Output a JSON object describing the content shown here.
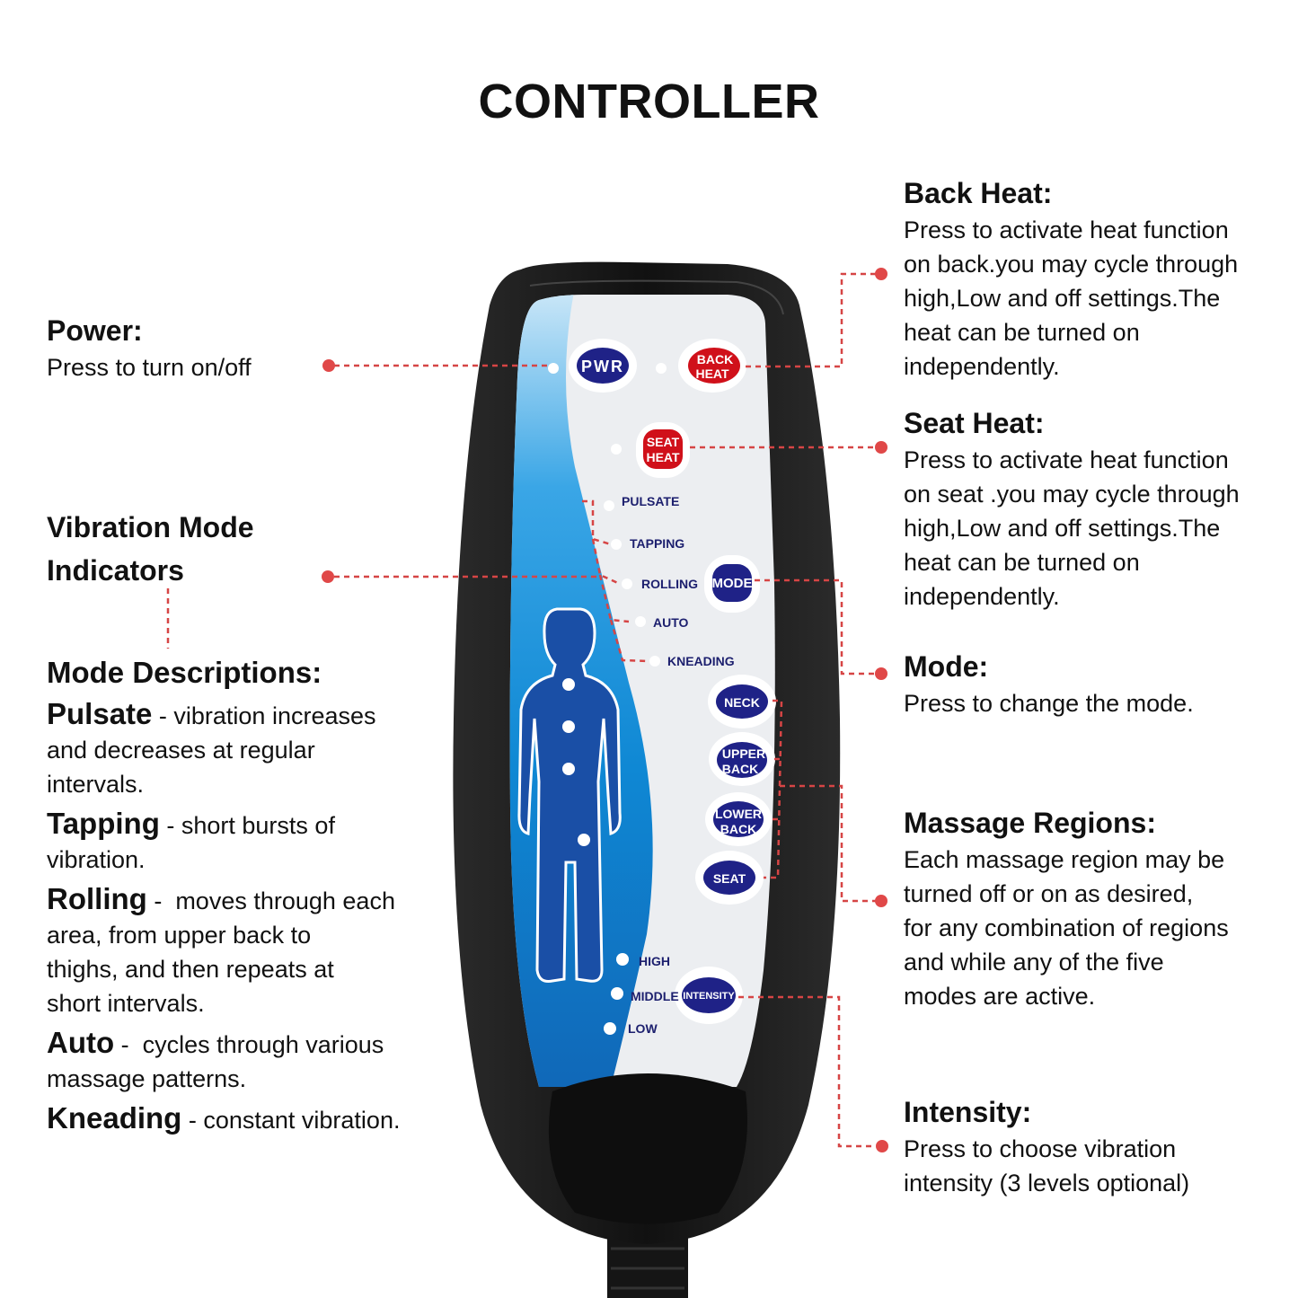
{
  "title": "CONTROLLER",
  "colors": {
    "accent_red": "#e04848",
    "button_navy": "#1f2287",
    "button_red": "#d0101a",
    "panel_blue": "#1e8fd6",
    "body_black": "#1a1a1a"
  },
  "left": {
    "power": {
      "heading": "Power:",
      "text": "Press to turn on/off"
    },
    "vibration": {
      "heading_line1": "Vibration Mode",
      "heading_line2": "Indicators"
    },
    "mode_descriptions": {
      "heading": "Mode Descriptions:",
      "items": [
        {
          "term": "Pulsate",
          "sep": " - ",
          "lines": [
            "vibration increases",
            "and decreases at regular",
            "intervals."
          ]
        },
        {
          "term": "Tapping",
          "sep": " - ",
          "lines": [
            "short bursts of",
            "vibration."
          ]
        },
        {
          "term": "Rolling",
          "sep": " -  ",
          "lines": [
            "moves through each",
            "area, from upper back to",
            "thighs, and then repeats at",
            "short intervals."
          ]
        },
        {
          "term": "Auto",
          "sep": " -  ",
          "lines": [
            "cycles through various",
            "massage patterns."
          ]
        },
        {
          "term": "Kneading",
          "sep": " - ",
          "lines": [
            "constant vibration."
          ]
        }
      ]
    }
  },
  "right": {
    "back_heat": {
      "heading": "Back Heat:",
      "lines": [
        "Press to activate heat function",
        "on back.you may cycle through",
        "high,Low and off settings.The",
        "heat can be turned on",
        "independently."
      ]
    },
    "seat_heat": {
      "heading": "Seat Heat:",
      "lines": [
        "Press to activate heat function",
        "on seat .you may cycle through",
        "high,Low and off settings.The",
        "heat can be turned on",
        "independently."
      ]
    },
    "mode": {
      "heading": "Mode:",
      "lines": [
        "Press to change the mode."
      ]
    },
    "regions": {
      "heading": "Massage Regions:",
      "lines": [
        "Each massage region may be",
        "turned off or on as desired,",
        "for any combination of regions",
        "and while any of the five",
        "modes are active."
      ]
    },
    "intensity": {
      "heading": "Intensity:",
      "lines": [
        "Press to choose vibration",
        "intensity (3 levels optional)"
      ]
    }
  },
  "controller": {
    "buttons": {
      "pwr": "PWR",
      "back_heat": [
        "BACK",
        "HEAT"
      ],
      "seat_heat": [
        "SEAT",
        "HEAT"
      ],
      "mode": "MODE",
      "neck": "NECK",
      "upper_back": [
        "UPPER",
        "BACK"
      ],
      "lower_back": [
        "LOWER",
        "BACK"
      ],
      "seat": "SEAT",
      "intensity": "INTENSITY"
    },
    "mode_indicators": [
      "PULSATE",
      "TAPPING",
      "ROLLING",
      "AUTO",
      "KNEADING"
    ],
    "intensity_indicators": [
      "HIGH",
      "MIDDLE",
      "LOW"
    ]
  }
}
